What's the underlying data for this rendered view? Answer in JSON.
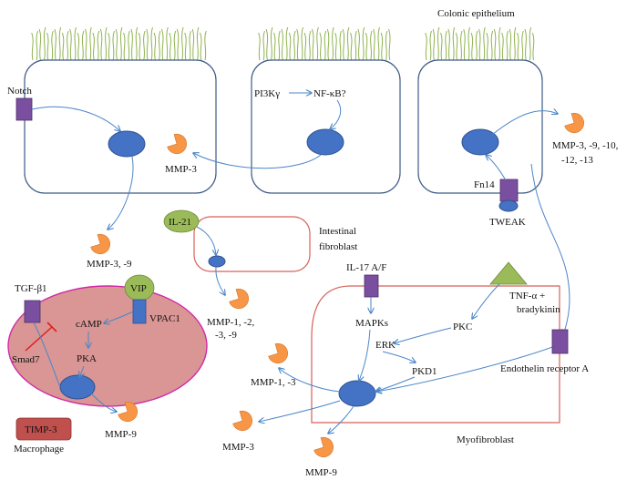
{
  "labels": {
    "colonic_epithelium": "Colonic epithelium",
    "notch": "Notch",
    "pi3k": "PI3Kγ",
    "nfkb": "NF-κB?",
    "mmp3_epi": "MMP-3",
    "mmp3_9": "MMP-3, -9",
    "mmp_right_1": "MMP-3, -9, -10,",
    "mmp_right_2": "-12, -13",
    "fn14": "Fn14",
    "tweak": "TWEAK",
    "il21": "IL-21",
    "intestinal_1": "Intestinal",
    "intestinal_2": "fibroblast",
    "mmp_fib_1": "MMP-1, -2,",
    "mmp_fib_2": "-3, -9",
    "tgfb1": "TGF-β1",
    "smad7": "Smad7",
    "vip": "VIP",
    "vpac1": "VPAC1",
    "camp": "cAMP",
    "pka": "PKA",
    "timp3": "TIMP-3",
    "macrophage": "Macrophage",
    "mmp9_mac": "MMP-9",
    "il17": "IL-17 A/F",
    "tnf_1": "TNF-α +",
    "tnf_2": "bradykinin",
    "mapks": "MAPKs",
    "erk": "ERK",
    "pkc": "PKC",
    "pkd1": "PKD1",
    "mmp13": "MMP-1, -3",
    "mmp3_myo": "MMP-3",
    "mmp9_myo": "MMP-9",
    "endothelin": "Endothelin receptor A",
    "myofibroblast": "Myofibroblast"
  },
  "colors": {
    "nucleus": "#4472c4",
    "arrow": "#4a86c8",
    "receptor": "#7b4fa0",
    "mmp": "#f79646",
    "villi": "#8fb34f",
    "il21": "#9bbb59",
    "macrophage": "#d99694",
    "timp3": "#c0504d",
    "myofibroblast_outline": "#d6625a",
    "inhibition": "#e02020"
  }
}
